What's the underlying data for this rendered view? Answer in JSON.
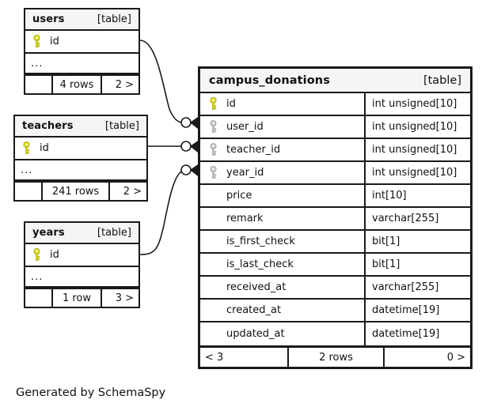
{
  "diagram": {
    "caption": "Generated by SchemaSpy",
    "table_tag": "[table]",
    "ellipsis": "...",
    "colors": {
      "primary_key": "#e2e21a",
      "foreign_key": "#b3b3b3",
      "header_fill": "#f5f5f5",
      "border": "#1a1a1a",
      "background": "#ffffff"
    }
  },
  "tables": {
    "users": {
      "name": "users",
      "tag": "[table]",
      "columns": [
        {
          "key": "primary-key-icon",
          "name": "id"
        }
      ],
      "ellipsis": "...",
      "footer": {
        "left": "",
        "middle": "4 rows",
        "right": "2 >"
      }
    },
    "teachers": {
      "name": "teachers",
      "tag": "[table]",
      "columns": [
        {
          "key": "primary-key-icon",
          "name": "id"
        }
      ],
      "ellipsis": "...",
      "footer": {
        "left": "",
        "middle": "241 rows",
        "right": "2 >"
      }
    },
    "years": {
      "name": "years",
      "tag": "[table]",
      "columns": [
        {
          "key": "primary-key-icon",
          "name": "id"
        }
      ],
      "ellipsis": "...",
      "footer": {
        "left": "",
        "middle": "1 row",
        "right": "3 >"
      }
    },
    "campus_donations": {
      "name": "campus_donations",
      "tag": "[table]",
      "columns": [
        {
          "key": "primary-key-icon",
          "name": "id",
          "type": "int unsigned[10]"
        },
        {
          "key": "foreign-key-icon",
          "name": "user_id",
          "type": "int unsigned[10]"
        },
        {
          "key": "foreign-key-icon",
          "name": "teacher_id",
          "type": "int unsigned[10]"
        },
        {
          "key": "foreign-key-icon",
          "name": "year_id",
          "type": "int unsigned[10]"
        },
        {
          "key": "none",
          "name": "price",
          "type": "int[10]"
        },
        {
          "key": "none",
          "name": "remark",
          "type": "varchar[255]"
        },
        {
          "key": "none",
          "name": "is_first_check",
          "type": "bit[1]"
        },
        {
          "key": "none",
          "name": "is_last_check",
          "type": "bit[1]"
        },
        {
          "key": "none",
          "name": "received_at",
          "type": "varchar[255]"
        },
        {
          "key": "none",
          "name": "created_at",
          "type": "datetime[19]"
        },
        {
          "key": "none",
          "name": "updated_at",
          "type": "datetime[19]"
        }
      ],
      "footer": {
        "left": "< 3",
        "middle": "2 rows",
        "right": "0 >"
      }
    }
  },
  "relationships": [
    {
      "from": "users",
      "from_column": "id",
      "to": "campus_donations",
      "to_column": "user_id"
    },
    {
      "from": "teachers",
      "from_column": "id",
      "to": "campus_donations",
      "to_column": "teacher_id"
    },
    {
      "from": "years",
      "from_column": "id",
      "to": "campus_donations",
      "to_column": "year_id"
    }
  ]
}
